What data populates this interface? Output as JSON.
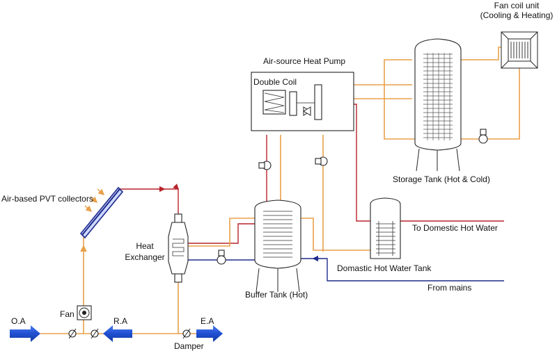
{
  "labels": {
    "fan_coil_line1": "Fan coil unit",
    "fan_coil_line2": "(Cooling & Heating)",
    "heat_pump": "Air-source Heat Pump",
    "double_coil": "Double Coil",
    "pvt": "Air-based PVT collectors",
    "heat_exchanger_line1": "Heat",
    "heat_exchanger_line2": "Exchanger",
    "storage_tank": "Storage Tank (Hot & Cold)",
    "buffer_tank": "Buffer Tank (Hot)",
    "dhw_tank": "Domastic Hot Water Tank",
    "to_dhw": "To Domestic Hot Water",
    "from_mains": "From mains",
    "fan": "Fan",
    "damper": "Damper",
    "oa": "O.A",
    "ra": "R.A",
    "ea": "E.A"
  },
  "colors": {
    "warm_pipe": "#e8a04a",
    "hot_pipe": "#b8232b",
    "cold_pipe": "#1f2a8c",
    "air_arrow": "#1f4fd1"
  }
}
